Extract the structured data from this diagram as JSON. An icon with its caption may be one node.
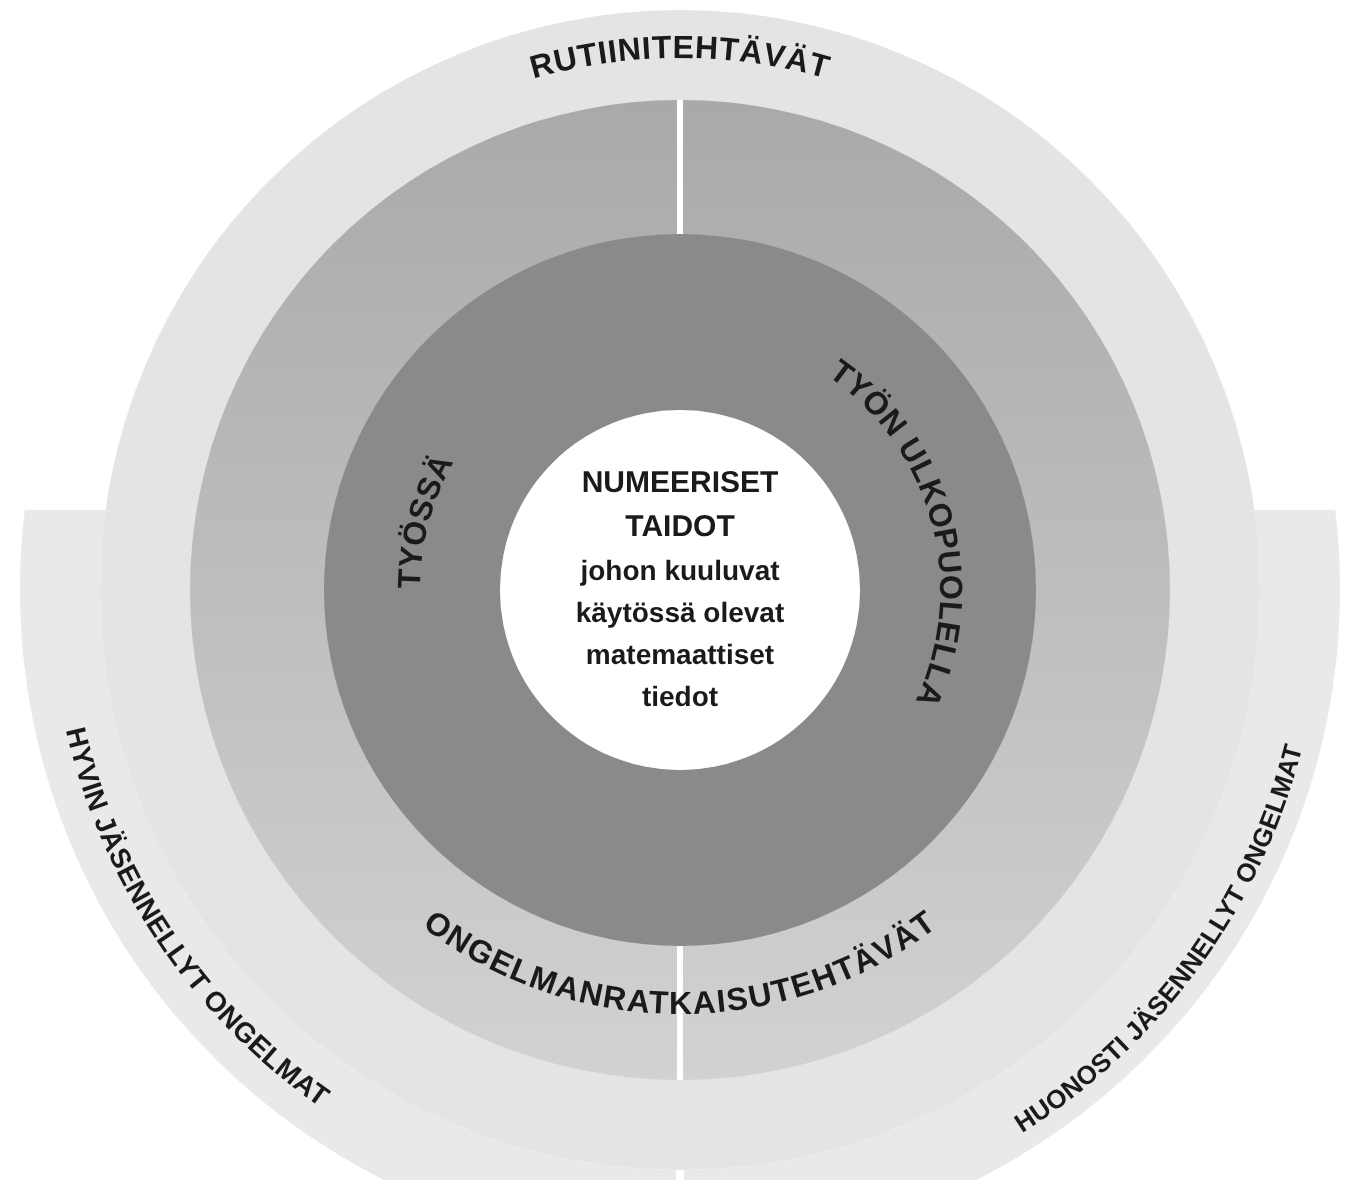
{
  "diagram": {
    "nodes": [
      {
        "text": [
          "RUTIINITEHTÄVÄT"
        ]
      },
      {
        "text": [
          "ONGELMANRATKAISUTEHTÄVÄT"
        ],
        "in": 0
      },
      {
        "text": [
          "TYÖSSÄ"
        ],
        "in": 1
      },
      {
        "text": [
          "TYÖN ULKOPUOLELLA"
        ],
        "in": 1
      },
      {
        "text": [
          "NUMEERISET TAIDOT",
          "johon kuuluvat käytössä olevat matemaattiset tiedot"
        ],
        "in": 1
      },
      {
        "text": [
          "HYVIN JÄSENNELLYT ONGELMAT"
        ]
      },
      {
        "text": [
          "HUONOSTI JÄSENNELLYT ONGELMAT"
        ]
      }
    ],
    "edges": []
  }
}
